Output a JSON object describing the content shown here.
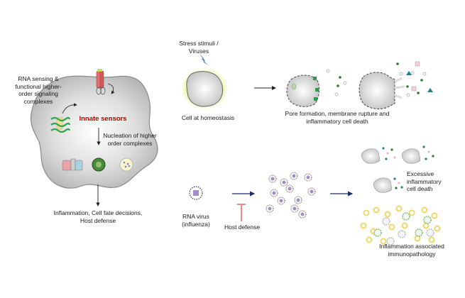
{
  "left_panel": {
    "rna_sensing_label": [
      "RNA sensing &",
      "functional higher-",
      "order signaling",
      "complexes"
    ],
    "innate_sensors_label": "Innate sensors",
    "nucleation_label": [
      "Nucleation of higher",
      "order complexes"
    ],
    "outcome_label": [
      "Inflammation, Cell fate decisions,",
      "Host defense"
    ]
  },
  "top_panel": {
    "stimuli_label": [
      "Stress stimuli /",
      "Viruses"
    ],
    "homeostasis_label": "Cell at homeostasis",
    "death_label": [
      "Pore formation, membrane rupture and",
      "inflammatory cell death"
    ]
  },
  "bottom_panel": {
    "virus_label": [
      "RNA virus",
      "(influenza)"
    ],
    "host_defense_label": "Host defense",
    "excessive_label": [
      "Excessive",
      "inflammatory",
      "cell death"
    ],
    "immunopathology_label": [
      "Inflammation associated",
      "immunopathology"
    ]
  },
  "colors": {
    "cell_fill": "#c8c8c8",
    "innate_red": "#c00000",
    "arrow_navy": "#1f2f6b",
    "inhibit_pink": "#f08a8a",
    "lightning_blue": "#2a6fb5",
    "glow_yellow": "#d9f27a"
  }
}
